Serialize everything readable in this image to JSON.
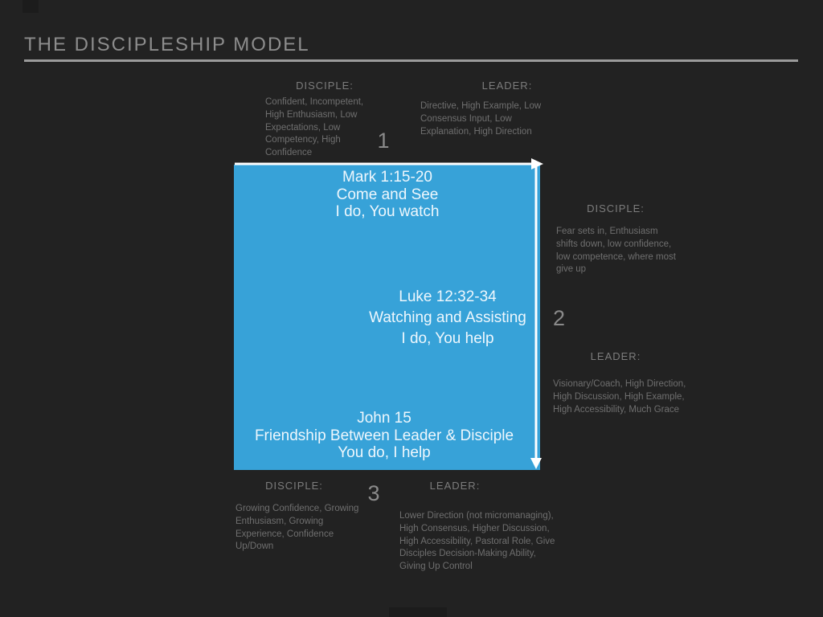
{
  "slide": {
    "title": "THE DISCIPLESHIP MODEL",
    "background_color": "#222222",
    "accent_blue": "#37a2d8",
    "arrow_color": "#ffffff",
    "title_rule_color": "#9b9b9b"
  },
  "stage1": {
    "number": "1",
    "disciple_heading": "DISCIPLE:",
    "disciple_text": "Confident, Incompetent, High Enthusiasm, Low Expectations, Low Competency, High Confidence",
    "leader_heading": "LEADER:",
    "leader_text": "Directive, High Example, Low Consensus Input, Low Explanation, High Direction"
  },
  "stage2": {
    "number": "2",
    "disciple_heading": "DISCIPLE:",
    "disciple_text": "Fear sets in, Enthusiasm shifts down, low confidence, low competence, where most give up",
    "leader_heading": "LEADER:",
    "leader_text": "Visionary/Coach, High Direction, High Discussion, High Example, High Accessibility, Much Grace"
  },
  "stage3": {
    "number": "3",
    "disciple_heading": "DISCIPLE:",
    "disciple_text": "Growing Confidence, Growing Enthusiasm, Growing Experience, Confidence Up/Down",
    "leader_heading": "LEADER:",
    "leader_text": "Lower Direction (not micromanaging), High Consensus, Higher Discussion, High Accessibility, Pastoral Role, Give Disciples Decision-Making Ability, Giving Up Control"
  },
  "model_box": {
    "phase1": {
      "reference": "Mark 1:15-20",
      "title": "Come and See",
      "motto": "I do, You watch"
    },
    "phase2": {
      "reference": "Luke 12:32-34",
      "title": "Watching and Assisting",
      "motto": "I do, You help"
    },
    "phase3": {
      "reference": "John 15",
      "title": "Friendship Between Leader & Disciple",
      "motto": "You do, I help"
    }
  }
}
